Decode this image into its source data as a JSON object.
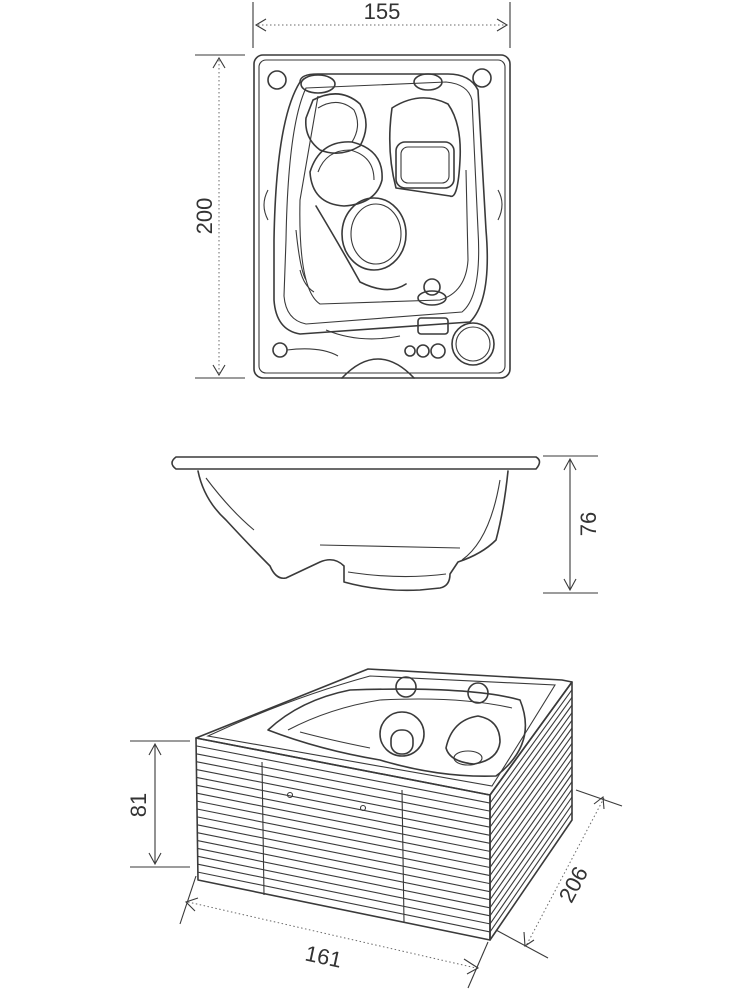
{
  "dimensions": {
    "top_width": "155",
    "top_length": "200",
    "side_depth": "76",
    "iso_height": "81",
    "iso_length": "161",
    "iso_width": "206"
  }
}
